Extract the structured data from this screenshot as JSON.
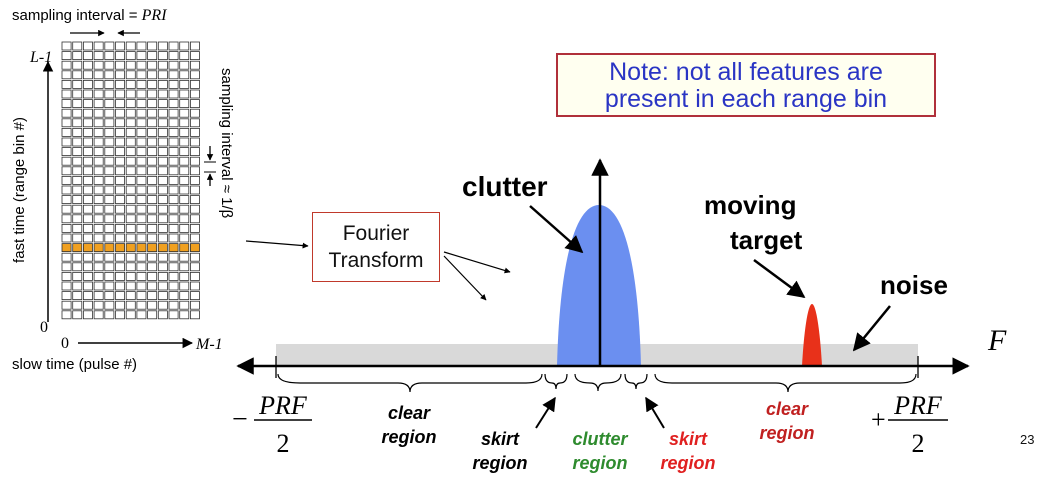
{
  "slide_number": "23",
  "note": {
    "line1": "Note: not all features are",
    "line2": "present in each range bin"
  },
  "matrix": {
    "top_label": "sampling interval = ",
    "top_label_sym": "PRI",
    "y_axis_label": "fast time (range bin #)",
    "x_axis_label": "slow time (pulse #)",
    "y_max": "L-1",
    "y_min": "0",
    "x_min": "0",
    "x_max": "M-1",
    "side_label": "sampling interval ≈ 1/β",
    "highlight_color": "#f0a020"
  },
  "fourier": {
    "line1": "Fourier",
    "line2": "Transform"
  },
  "spectrum": {
    "axis_label": "F",
    "clutter_label": "clutter",
    "moving_target_line1": "moving",
    "moving_target_line2": "target",
    "noise_label": "noise",
    "left_limit_num": "PRF",
    "left_limit_den": "2",
    "left_sign": "−",
    "right_limit_num": "PRF",
    "right_limit_den": "2",
    "right_sign": "+",
    "clutter_color": "#6b8ff0",
    "target_color": "#e8311a",
    "noise_floor_color": "#d9d9d9"
  },
  "regions": {
    "clear_left_1": "clear",
    "clear_left_2": "region",
    "skirt_left_1": "skirt",
    "skirt_left_2": "region",
    "clutter_1": "clutter",
    "clutter_2": "region",
    "skirt_right_1": "skirt",
    "skirt_right_2": "region",
    "clear_right_1": "clear",
    "clear_right_2": "region",
    "clutter_color": "#2e8b2e",
    "skirt_right_color": "#e02020",
    "clear_right_color": "#c02020"
  }
}
